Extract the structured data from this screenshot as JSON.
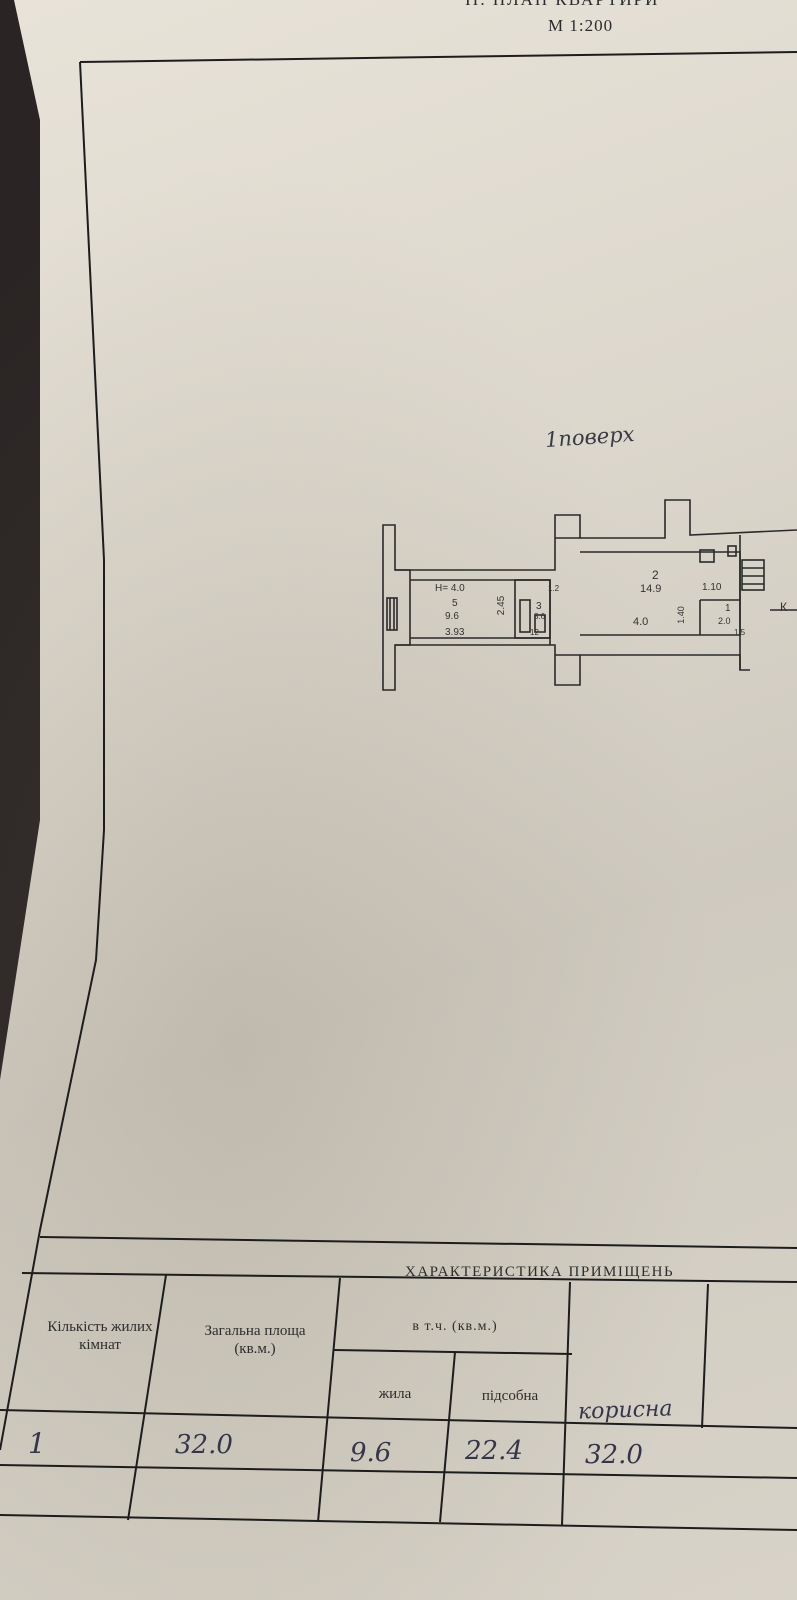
{
  "header": {
    "title": "II. ПЛАН КВАРТИРИ",
    "scale": "М 1:200"
  },
  "plan": {
    "floor_label": "1поверх",
    "rooms": [
      {
        "num": "5",
        "area": "9.6",
        "height": "Н= 4.0",
        "width": "3.93",
        "depth": "2.45"
      },
      {
        "num": "3",
        "area": "3.6",
        "extra": "12",
        "dim": "1.2"
      },
      {
        "num": "2",
        "area": "14.9",
        "width": "4.0",
        "dim_a": "1.10",
        "dim_b": "1.40"
      },
      {
        "num": "1",
        "area": "2.0",
        "dim": "1.5"
      }
    ],
    "edge_letter": "К"
  },
  "table": {
    "title": "ХАРАКТЕРИСТИКА ПРИМІЩЕНЬ",
    "col_rooms": "Кількість жилих кімнат",
    "col_total": "Загальна площа (кв.м.)",
    "col_incl": "в т.ч. (кв.м.)",
    "col_living": "жила",
    "col_aux": "підсобна",
    "col_useful": "корисна",
    "row": {
      "rooms": "1",
      "total": "32.0",
      "living": "9.6",
      "aux": "22.4",
      "useful": "32.0"
    }
  }
}
